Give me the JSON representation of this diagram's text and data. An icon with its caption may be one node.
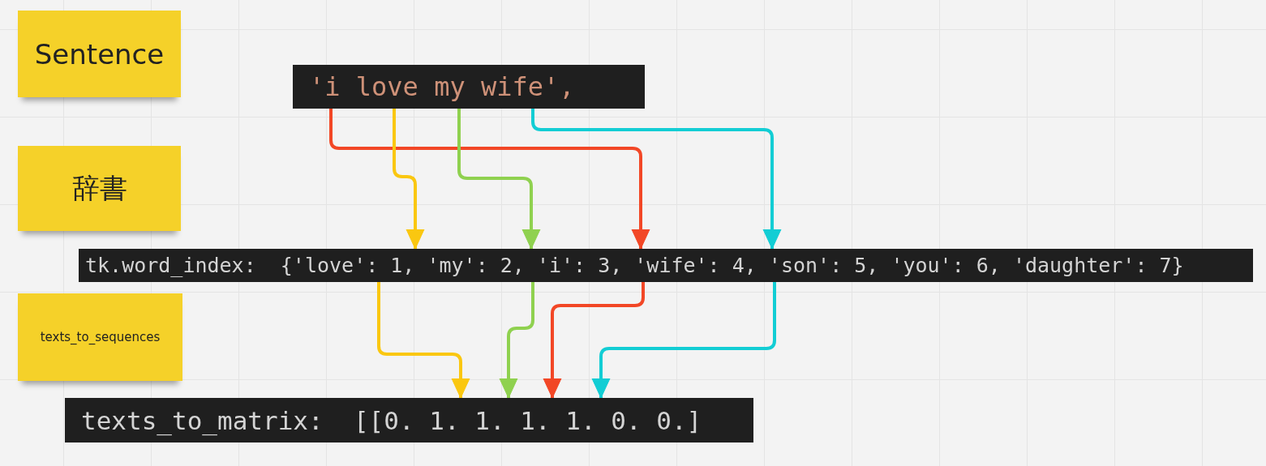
{
  "diagram": {
    "nodes": [
      {
        "text": [
          "Sentence"
        ]
      },
      {
        "text": [
          "辞書"
        ]
      },
      {
        "text": [
          "texts_to_sequences"
        ]
      },
      {
        "text": [
          "'i love my wife',"
        ]
      },
      {
        "text": [
          "tk.word_index:  {'love': 1, 'my': 2, 'i': 3, 'wife': 4, 'son': 5, 'you': 6, 'daughter': 7}"
        ]
      },
      {
        "text": [
          "texts_to_matrix:  [[0. 1. 1. 1. 1. 0. 0.]"
        ]
      }
    ],
    "edges": [
      {
        "from": 3,
        "to": 4,
        "arrow": "to",
        "color": "#f24726"
      },
      {
        "from": 3,
        "to": 4,
        "arrow": "to",
        "color": "#fac710"
      },
      {
        "from": 3,
        "to": 4,
        "arrow": "to",
        "color": "#8fd14f"
      },
      {
        "from": 3,
        "to": 4,
        "arrow": "to",
        "color": "#12cdd4"
      },
      {
        "from": 4,
        "to": 5,
        "arrow": "to",
        "color": "#fac710"
      },
      {
        "from": 4,
        "to": 5,
        "arrow": "to",
        "color": "#8fd14f"
      },
      {
        "from": 4,
        "to": 5,
        "arrow": "to",
        "color": "#f24726"
      },
      {
        "from": 4,
        "to": 5,
        "arrow": "to",
        "color": "#12cdd4"
      }
    ]
  }
}
